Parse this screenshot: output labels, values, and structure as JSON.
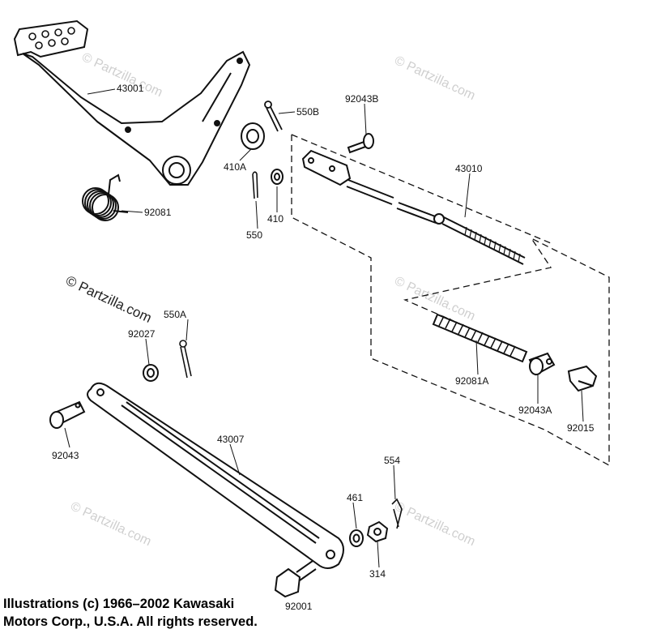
{
  "labels": {
    "p43001": "43001",
    "p550B": "550B",
    "p92043B": "92043B",
    "p410A": "410A",
    "p410": "410",
    "p550": "550",
    "p92081": "92081",
    "p43010": "43010",
    "p550A": "550A",
    "p92027": "92027",
    "p92081A": "92081A",
    "p92043A": "92043A",
    "p92015": "92015",
    "p92043": "92043",
    "p43007": "43007",
    "p554": "554",
    "p461": "461",
    "p314": "314",
    "p92001": "92001"
  },
  "watermark": {
    "text": "© Partzilla.com"
  },
  "copyright": {
    "line1": "Illustrations (c) 1966–2002 Kawasaki",
    "line2": "Motors Corp., U.S.A.  All rights reserved."
  }
}
